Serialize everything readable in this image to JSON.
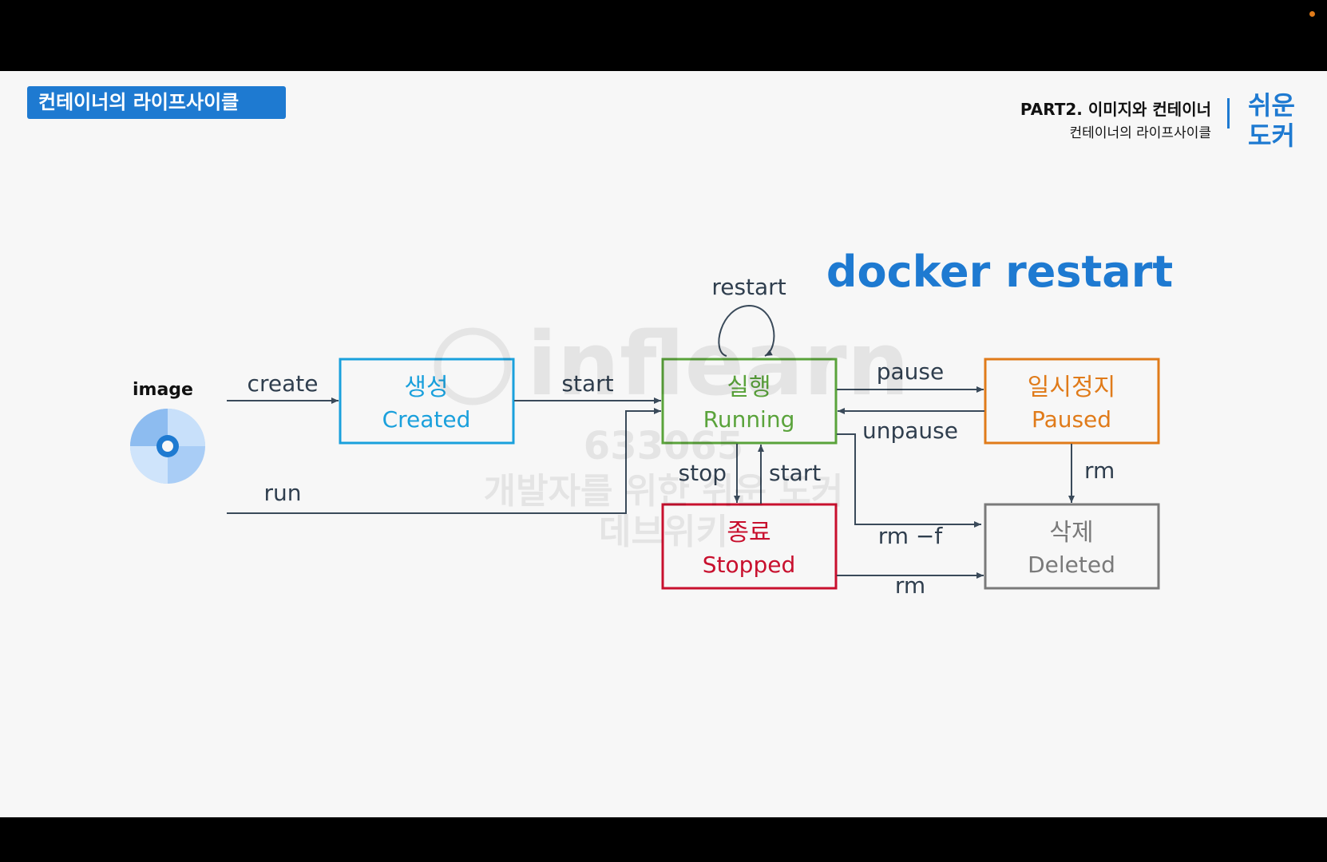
{
  "header": {
    "section_badge": "컨테이너의 라이프사이클",
    "part_title": "PART2. 이미지와 컨테이너",
    "part_subtitle": "컨테이너의 라이프사이클",
    "logo_line1": "쉬운",
    "logo_line2": "도커"
  },
  "diagram": {
    "heading": "docker restart",
    "image_label": "image",
    "states": {
      "created": {
        "ko": "생성",
        "en": "Created",
        "color": "#1aa0dc"
      },
      "running": {
        "ko": "실행",
        "en": "Running",
        "color": "#5aa33b"
      },
      "paused": {
        "ko": "일시정지",
        "en": "Paused",
        "color": "#e07b1a"
      },
      "stopped": {
        "ko": "종료",
        "en": "Stopped",
        "color": "#c8102e"
      },
      "deleted": {
        "ko": "삭제",
        "en": "Deleted",
        "color": "#7a7a7a"
      }
    },
    "transitions": {
      "create": "create",
      "start_created": "start",
      "run": "run",
      "restart": "restart",
      "pause": "pause",
      "unpause": "unpause",
      "stop": "stop",
      "start_stopped": "start",
      "rm_paused": "rm",
      "rm_f": "rm −f",
      "rm_stopped": "rm"
    }
  },
  "watermark": {
    "brand": "inflearn",
    "id": "633065",
    "line1": "개발자를 위한 쉬운 도커",
    "line2": "데브위키"
  },
  "colors": {
    "accent": "#1e7ad1",
    "arrow": "#3a4a5a",
    "label": "#2f3e4e"
  }
}
